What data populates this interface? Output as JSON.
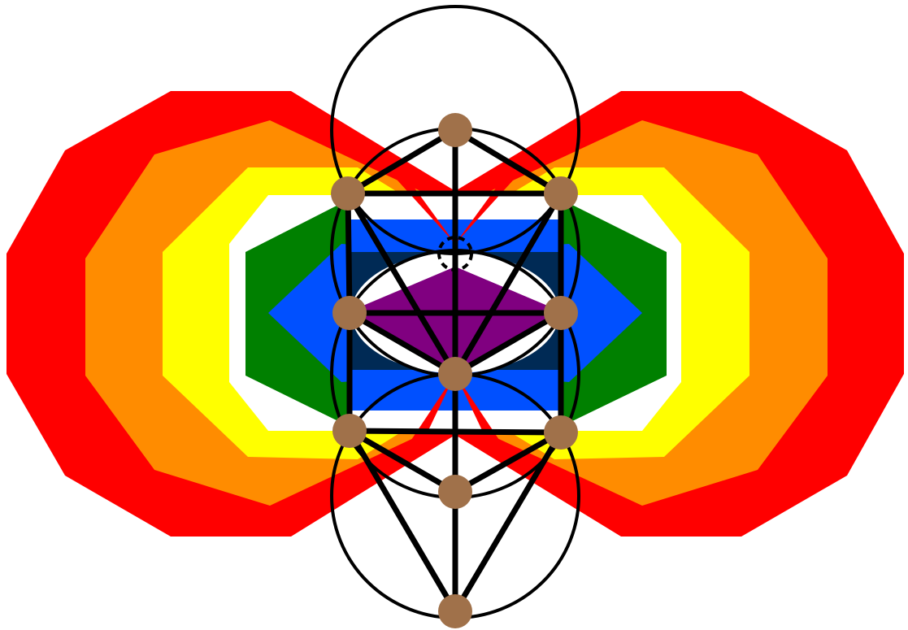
{
  "colors": {
    "red": "#ff0000",
    "orange": "#ff8c00",
    "yellow": "#ffff00",
    "green": "#008000",
    "blue": "#0050ff",
    "navy": "#002a55",
    "purple": "#800080",
    "node": "#a0714a",
    "line": "#000000",
    "background": "#ffffff"
  },
  "diagram": {
    "nodes": [
      "top",
      "upper-left",
      "upper-right",
      "middle-left",
      "middle-right",
      "center",
      "lower-left",
      "lower-right",
      "lower-center",
      "bottom"
    ],
    "edges": [
      [
        "top",
        "upper-left"
      ],
      [
        "top",
        "upper-right"
      ],
      [
        "top",
        "center"
      ],
      [
        "upper-left",
        "upper-right"
      ],
      [
        "upper-left",
        "middle-left"
      ],
      [
        "upper-right",
        "middle-right"
      ],
      [
        "upper-left",
        "center"
      ],
      [
        "upper-right",
        "center"
      ],
      [
        "middle-left",
        "middle-right"
      ],
      [
        "middle-left",
        "lower-left"
      ],
      [
        "middle-right",
        "lower-right"
      ],
      [
        "middle-left",
        "center"
      ],
      [
        "middle-right",
        "center"
      ],
      [
        "center",
        "lower-center"
      ],
      [
        "lower-left",
        "lower-right"
      ],
      [
        "lower-left",
        "lower-center"
      ],
      [
        "lower-right",
        "lower-center"
      ],
      [
        "lower-left",
        "bottom"
      ],
      [
        "lower-right",
        "bottom"
      ],
      [
        "lower-center",
        "bottom"
      ]
    ]
  }
}
